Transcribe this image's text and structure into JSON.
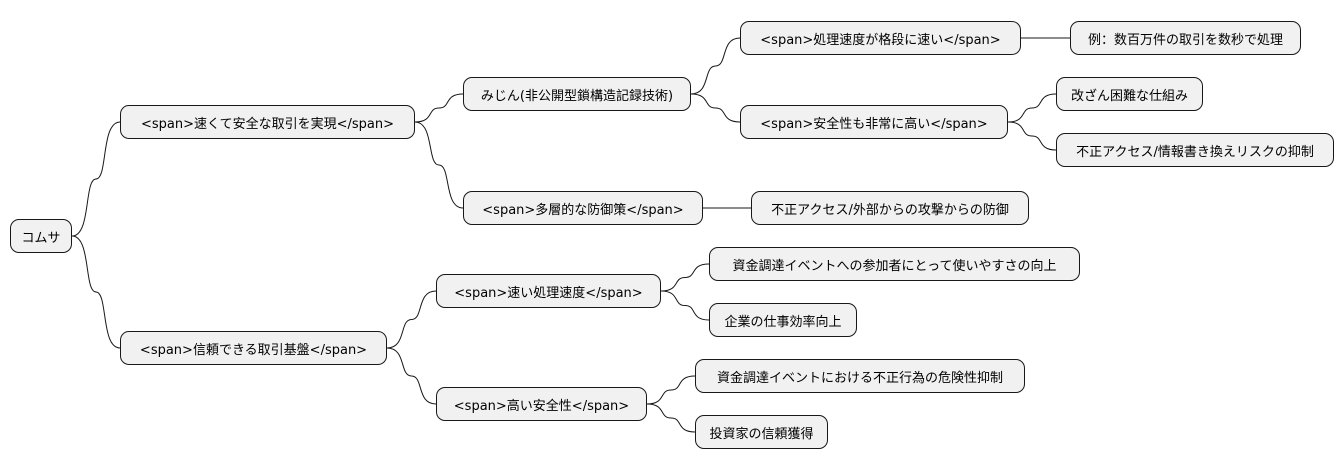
{
  "mindmap": {
    "root": "コムサ",
    "branches": [
      {
        "label": "<span>速くて安全な取引を実現</span>",
        "children": [
          {
            "label": "みじん(非公開型鎖構造記録技術)",
            "children": [
              {
                "label": "<span>処理速度が格段に速い</span>",
                "children": [
                  {
                    "label": "例：数百万件の取引を数秒で処理"
                  }
                ]
              },
              {
                "label": "<span>安全性も非常に高い</span>",
                "children": [
                  {
                    "label": "改ざん困難な仕組み"
                  },
                  {
                    "label": "不正アクセス/情報書き換えリスクの抑制"
                  }
                ]
              }
            ]
          },
          {
            "label": "<span>多層的な防御策</span>",
            "children": [
              {
                "label": "不正アクセス/外部からの攻撃からの防御"
              }
            ]
          }
        ]
      },
      {
        "label": "<span>信頼できる取引基盤</span>",
        "children": [
          {
            "label": "<span>速い処理速度</span>",
            "children": [
              {
                "label": "資金調達イベントへの参加者にとって使いやすさの向上"
              },
              {
                "label": "企業の仕事効率向上"
              }
            ]
          },
          {
            "label": "<span>高い安全性</span>",
            "children": [
              {
                "label": "資金調達イベントにおける不正行為の危険性抑制"
              },
              {
                "label": "投資家の信頼獲得"
              }
            ]
          }
        ]
      }
    ]
  },
  "style": {
    "node_fill": "#f1f1f1",
    "node_border": "#181818",
    "edge_color": "#181818"
  }
}
